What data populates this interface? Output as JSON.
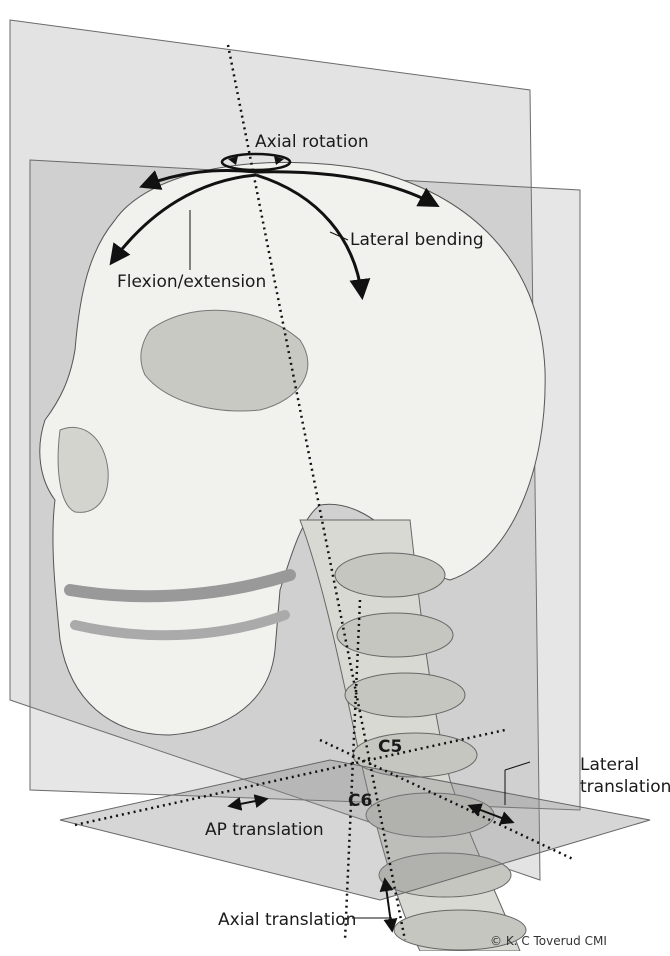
{
  "labels": {
    "axial_rotation": "Axial rotation",
    "lateral_bending": "Lateral bending",
    "flexion_extension": "Flexion/extension",
    "c5": "C5",
    "c6": "C6",
    "lateral_translation_line1": "Lateral",
    "lateral_translation_line2": "translation",
    "ap_translation": "AP translation",
    "axial_translation": "Axial translation"
  },
  "credit": "© K. C Toverud CMI",
  "colors": {
    "plane_fill": "#9a9a9a",
    "plane_stroke": "#6a6a6a",
    "bone_light": "#f1f1ee",
    "bone_shadow": "#c9c9c4",
    "arrow": "#111111"
  }
}
